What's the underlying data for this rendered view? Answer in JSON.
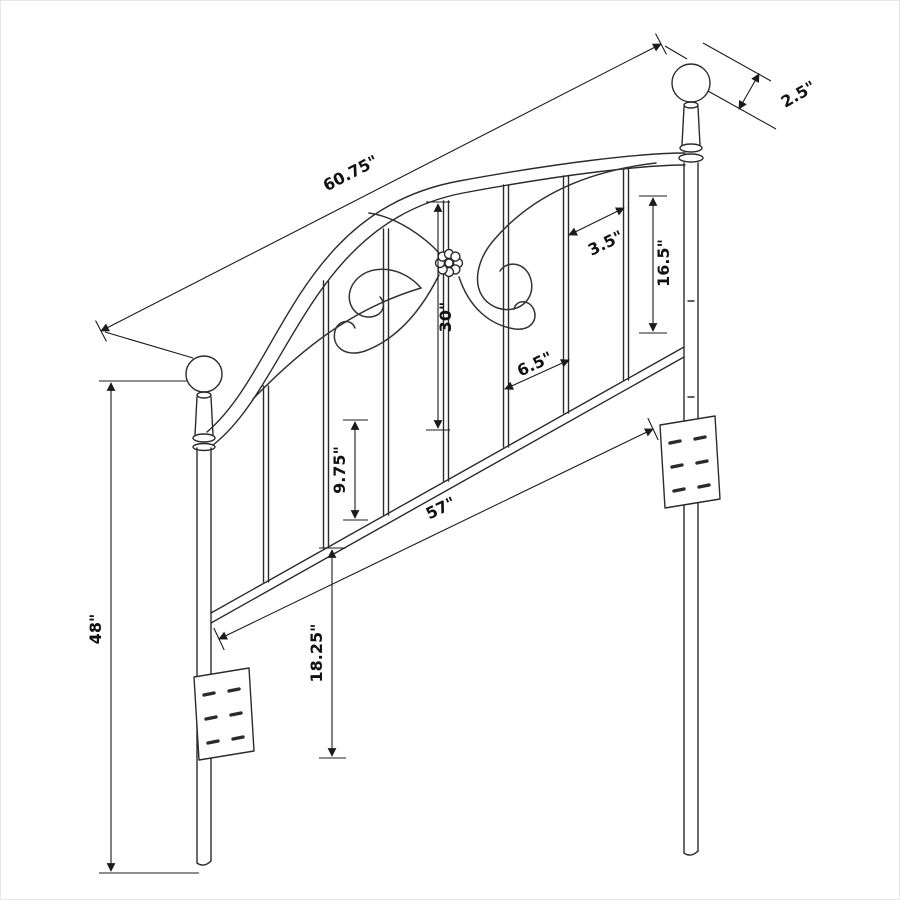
{
  "dims": {
    "overall_width": "60.75\"",
    "post_diameter": "2.5\"",
    "top_spindle_gap": "3.5\"",
    "upper_section_height": "16.5\"",
    "arch_center_height": "30\"",
    "mid_spindle_gap": "6.5\"",
    "left_spindle_height": "9.75\"",
    "inner_width": "57\"",
    "lower_section_height": "18.25\"",
    "overall_height": "48\""
  }
}
